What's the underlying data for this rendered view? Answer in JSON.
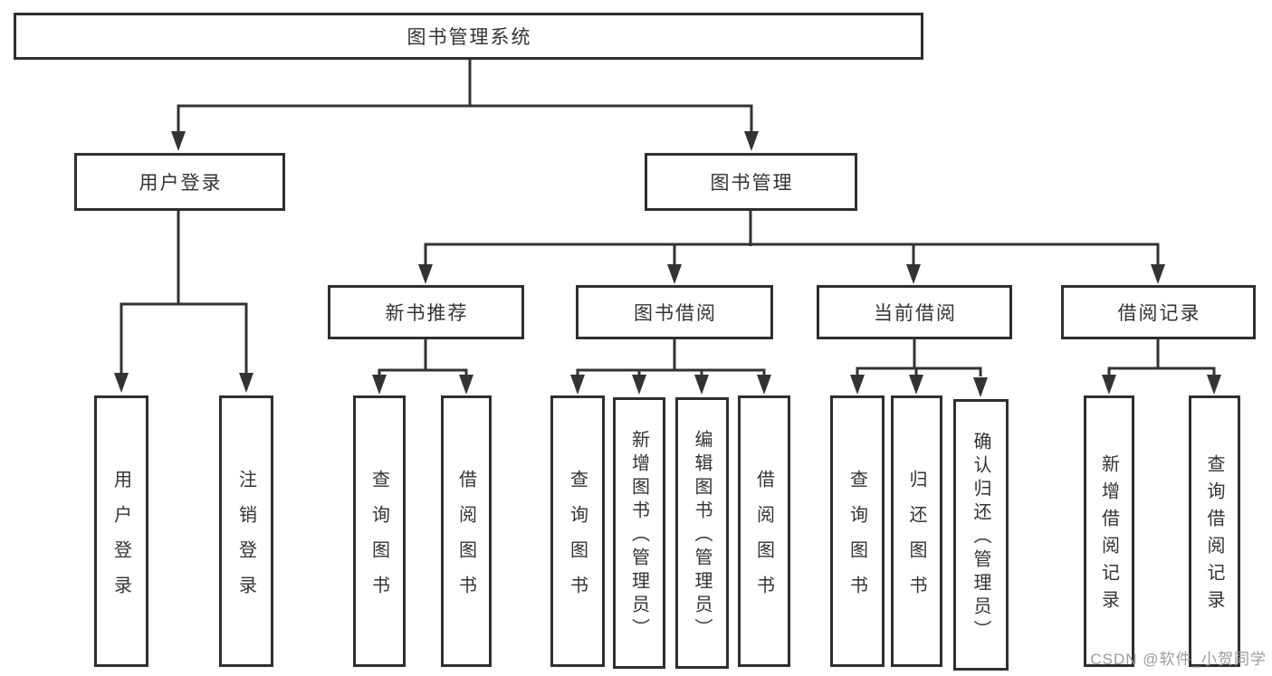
{
  "tree": {
    "label": "图书管理系统",
    "children": [
      {
        "label": "用户登录",
        "children": [
          {
            "label": "用户登录"
          },
          {
            "label": "注销登录"
          }
        ]
      },
      {
        "label": "图书管理",
        "children": [
          {
            "label": "新书推荐",
            "children": [
              {
                "label": "查询图书"
              },
              {
                "label": "借阅图书"
              }
            ]
          },
          {
            "label": "图书借阅",
            "children": [
              {
                "label": "查询图书"
              },
              {
                "label": "新增图书（管理员）"
              },
              {
                "label": "编辑图书（管理员）"
              },
              {
                "label": "借阅图书"
              }
            ]
          },
          {
            "label": "当前借阅",
            "children": [
              {
                "label": "查询图书"
              },
              {
                "label": "归还图书"
              },
              {
                "label": "确认归还（管理员）"
              }
            ]
          },
          {
            "label": "借阅记录",
            "children": [
              {
                "label": "新增借阅记录"
              },
              {
                "label": "查询借阅记录"
              }
            ]
          }
        ]
      }
    ]
  },
  "watermark": {
    "text": "CSDN @软件_小贺同学"
  },
  "colors": {
    "line": "#333333",
    "box_border": "#2f2f2f",
    "text": "#333333",
    "watermark_text": "#9b9b9b",
    "background": "#ffffff"
  }
}
